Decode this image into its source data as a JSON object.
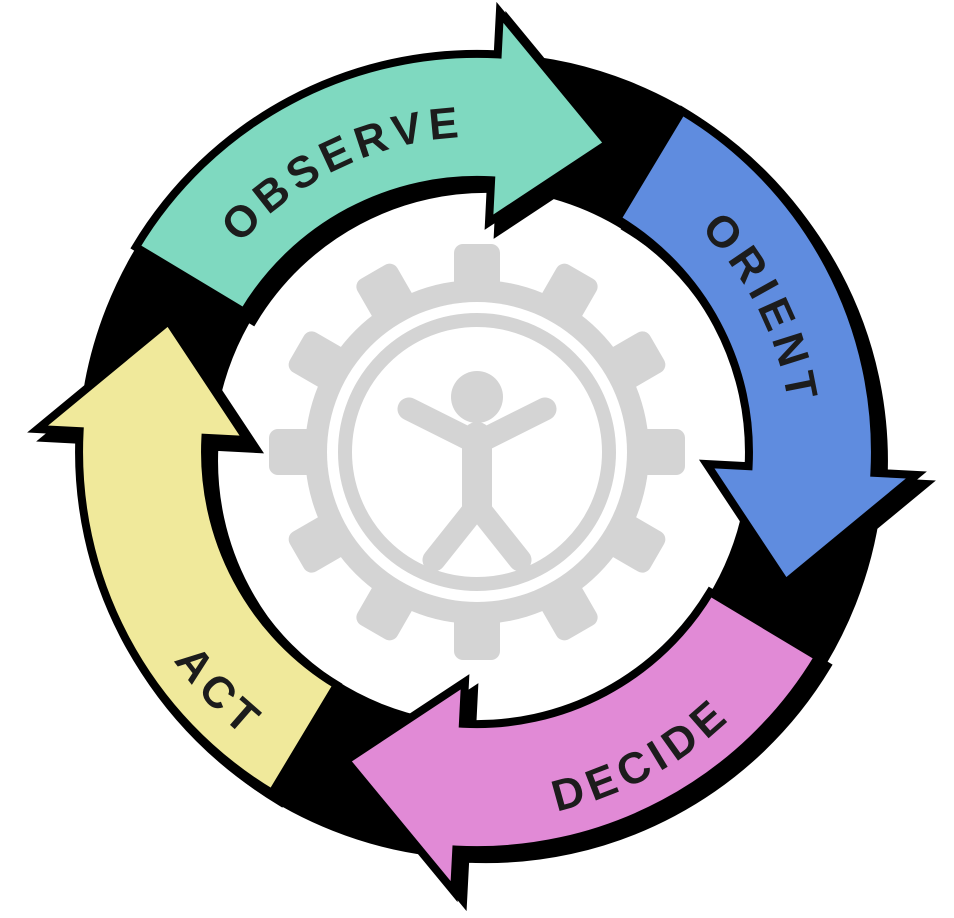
{
  "loop": {
    "steps": [
      {
        "label": "OBSERVE",
        "color": "#7fd9c0"
      },
      {
        "label": "ORIENT",
        "color": "#5f8cdf"
      },
      {
        "label": "DECIDE",
        "color": "#e18ad6"
      },
      {
        "label": "ACT",
        "color": "#f0e99b"
      }
    ],
    "ring_color": "#000000",
    "text_color": "#1c1c1c",
    "center_icon": {
      "gear": "gear-icon",
      "person": "person-icon",
      "color": "#d4d4d4",
      "background": "#ffffff"
    }
  },
  "background_color": "#ffffff"
}
